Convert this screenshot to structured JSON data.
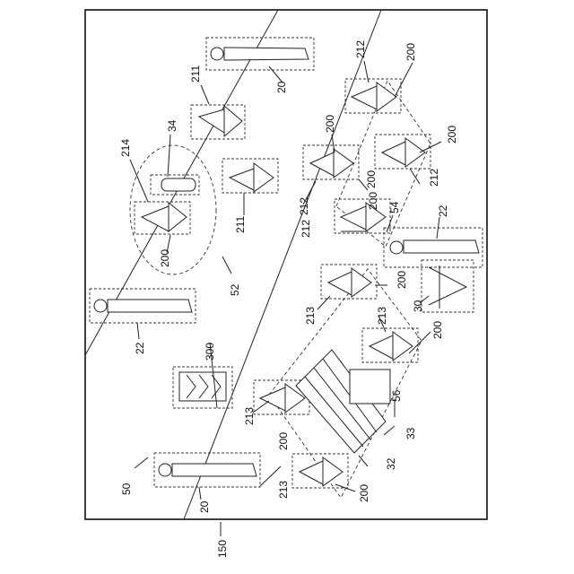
{
  "figure": {
    "labels": {
      "l20a": "20",
      "l211a": "211",
      "l34": "34",
      "l214": "214",
      "l211b": "211",
      "l200a": "200",
      "l212a": "212",
      "l200b": "200",
      "l200c": "200",
      "l200d": "200",
      "l212b": "212",
      "l200e": "200",
      "l212c": "212",
      "l212d": "212",
      "l200f": "200",
      "l54": "54",
      "l22b": "22",
      "l52": "52",
      "l22a": "22",
      "l213a": "213",
      "l200g": "200",
      "l30": "30",
      "l213b": "213",
      "l200h": "200",
      "l300": "300",
      "l213c": "213",
      "l56": "56",
      "l200i": "200",
      "l33": "33",
      "l32": "32",
      "l50": "50",
      "l213d": "213",
      "l200j": "200",
      "l20b": "20",
      "l150": "150"
    }
  }
}
